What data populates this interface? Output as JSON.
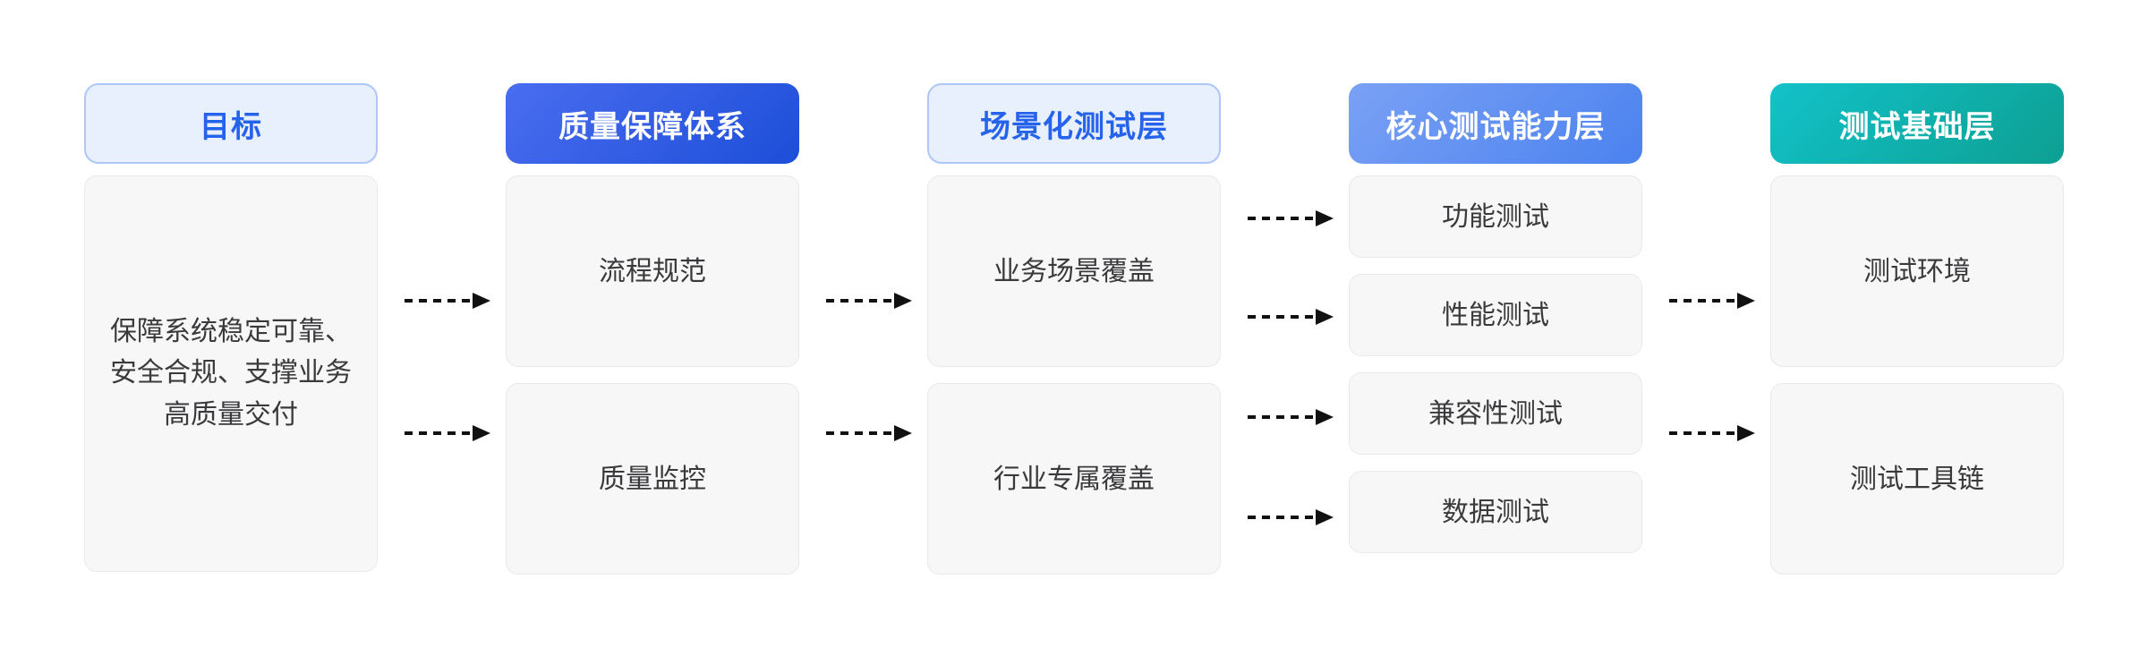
{
  "diagram": {
    "type": "layered-flow",
    "background_color": "#ffffff",
    "columns": [
      {
        "id": "goal",
        "header": {
          "label": "目标",
          "style": "outline",
          "text_color": "#2563eb",
          "bg_color": "#e8effd",
          "border_color": "#aec6f8"
        },
        "cards": [
          {
            "label": "保障系统稳定可靠、安全合规、支撑业务高质量交付",
            "size": "tall-full"
          }
        ]
      },
      {
        "id": "quality-system",
        "header": {
          "label": "质量保障体系",
          "style": "gradient-deep-blue",
          "text_color": "#ffffff",
          "bg_color": "#1d4ed8"
        },
        "cards": [
          {
            "label": "流程规范",
            "size": "tall-half"
          },
          {
            "label": "质量监控",
            "size": "tall-half"
          }
        ]
      },
      {
        "id": "scenario-layer",
        "header": {
          "label": "场景化测试层",
          "style": "outline",
          "text_color": "#2563eb",
          "bg_color": "#e8effd",
          "border_color": "#aec6f8"
        },
        "cards": [
          {
            "label": "业务场景覆盖",
            "size": "tall-half"
          },
          {
            "label": "行业专属覆盖",
            "size": "tall-half"
          }
        ]
      },
      {
        "id": "core-capability-layer",
        "header": {
          "label": "核心测试能力层",
          "style": "gradient-light-blue",
          "text_color": "#ffffff",
          "bg_color": "#4b82ef"
        },
        "cards": [
          {
            "label": "功能测试",
            "size": "short"
          },
          {
            "label": "性能测试",
            "size": "short"
          },
          {
            "label": "兼容性测试",
            "size": "short"
          },
          {
            "label": "数据测试",
            "size": "short"
          }
        ]
      },
      {
        "id": "foundation-layer",
        "header": {
          "label": "测试基础层",
          "style": "gradient-teal",
          "text_color": "#ffffff",
          "bg_color": "#0d9f92"
        },
        "cards": [
          {
            "label": "测试环境",
            "size": "tall-half"
          },
          {
            "label": "测试工具链",
            "size": "tall-half"
          }
        ]
      }
    ],
    "connectors": {
      "style": "dashed-arrow",
      "color": "#111111",
      "groups": [
        {
          "from": "goal",
          "to": "quality-system",
          "count": 2
        },
        {
          "from": "quality-system",
          "to": "scenario-layer",
          "count": 2
        },
        {
          "from": "scenario-layer",
          "to": "core-capability-layer",
          "count": 4
        },
        {
          "from": "core-capability-layer",
          "to": "foundation-layer",
          "count": 2
        }
      ]
    }
  }
}
